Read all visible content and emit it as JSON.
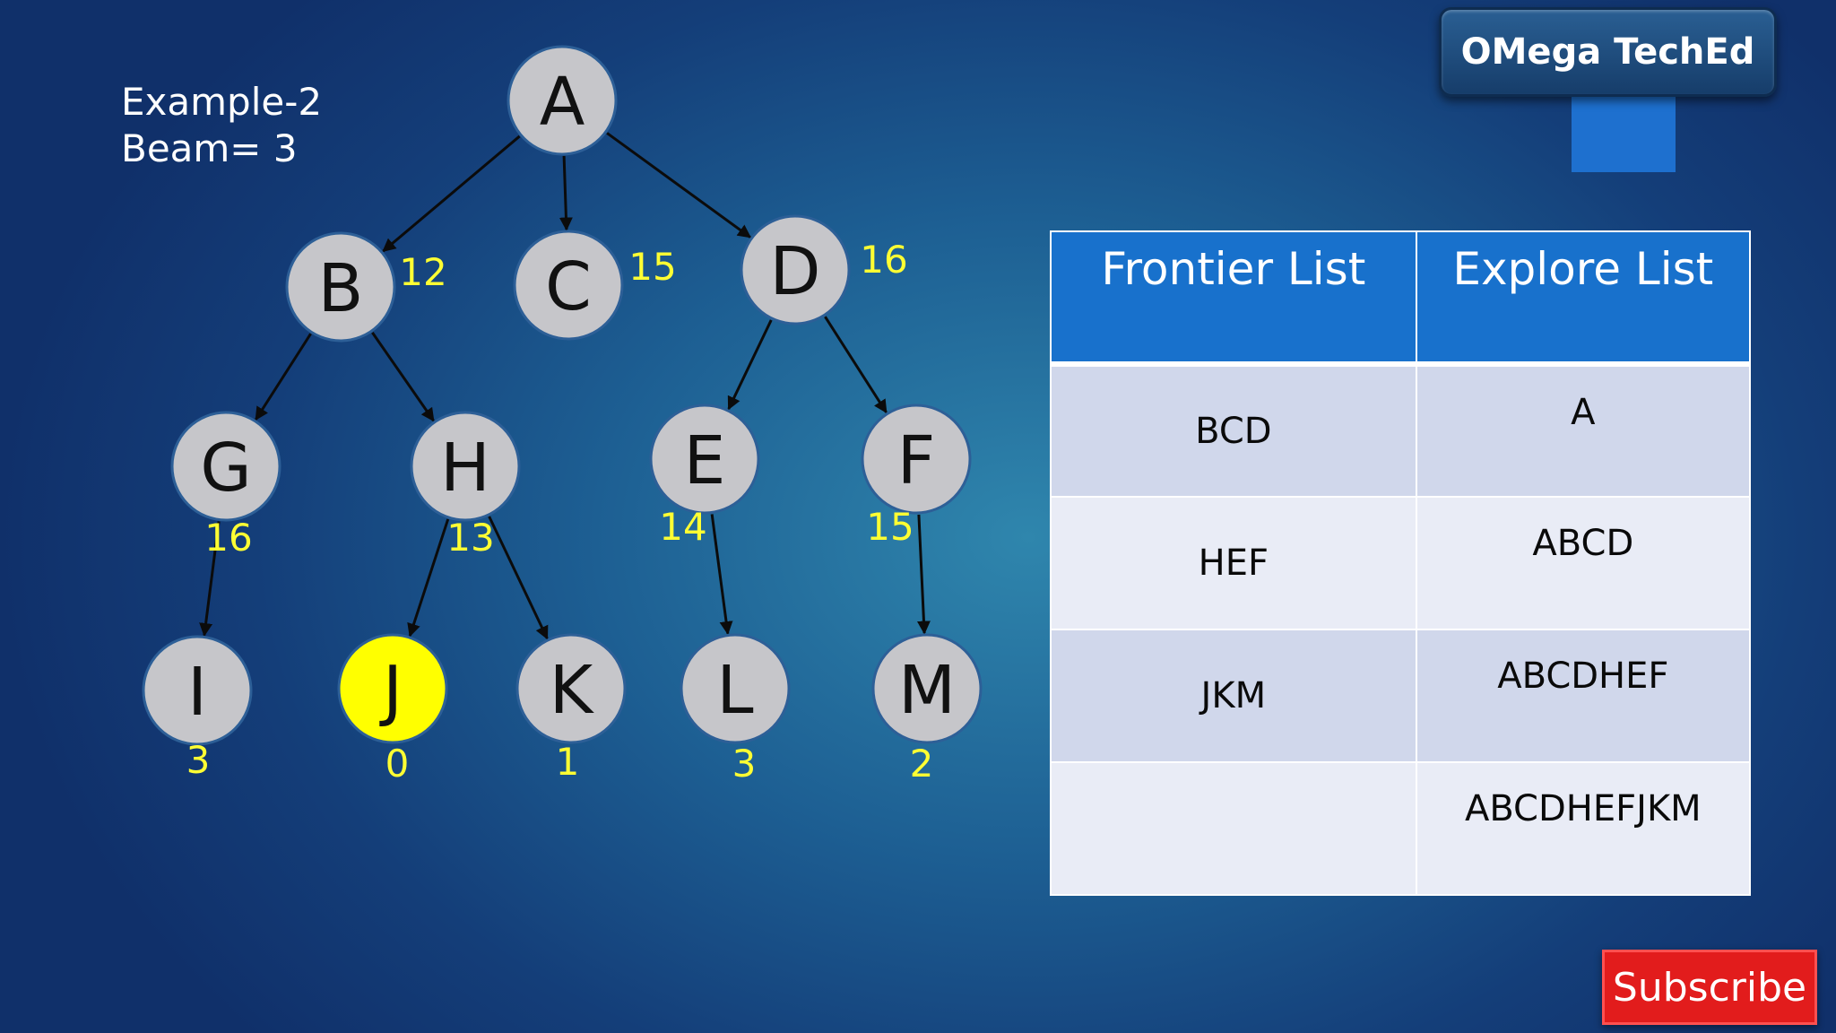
{
  "example": {
    "title": "Example-2",
    "beam": "Beam= 3"
  },
  "colors": {
    "node_fill": "#c6c6ca",
    "goal_fill": "#ffff00",
    "value_text": "#ffff33",
    "table_header": "#1871cc"
  },
  "tree": {
    "nodes": [
      {
        "id": "A",
        "label": "A",
        "value": "",
        "goal": false
      },
      {
        "id": "B",
        "label": "B",
        "value": "12",
        "goal": false
      },
      {
        "id": "C",
        "label": "C",
        "value": "15",
        "goal": false
      },
      {
        "id": "D",
        "label": "D",
        "value": "16",
        "goal": false
      },
      {
        "id": "G",
        "label": "G",
        "value": "16",
        "goal": false
      },
      {
        "id": "H",
        "label": "H",
        "value": "13",
        "goal": false
      },
      {
        "id": "E",
        "label": "E",
        "value": "14",
        "goal": false
      },
      {
        "id": "F",
        "label": "F",
        "value": "15",
        "goal": false
      },
      {
        "id": "I",
        "label": "I",
        "value": "3",
        "goal": false
      },
      {
        "id": "J",
        "label": "J",
        "value": "0",
        "goal": true
      },
      {
        "id": "K",
        "label": "K",
        "value": "1",
        "goal": false
      },
      {
        "id": "L",
        "label": "L",
        "value": "3",
        "goal": false
      },
      {
        "id": "M",
        "label": "M",
        "value": "2",
        "goal": false
      }
    ],
    "edges": [
      [
        "A",
        "B"
      ],
      [
        "A",
        "C"
      ],
      [
        "A",
        "D"
      ],
      [
        "B",
        "G"
      ],
      [
        "B",
        "H"
      ],
      [
        "D",
        "E"
      ],
      [
        "D",
        "F"
      ],
      [
        "G",
        "I"
      ],
      [
        "H",
        "J"
      ],
      [
        "H",
        "K"
      ],
      [
        "E",
        "L"
      ],
      [
        "F",
        "M"
      ]
    ]
  },
  "logo": {
    "text": "OMega TechEd"
  },
  "table": {
    "headers": {
      "frontier": "Frontier List",
      "explore": "Explore List"
    },
    "rows": [
      {
        "frontier": "BCD",
        "explore": "A"
      },
      {
        "frontier": "HEF",
        "explore": "ABCD"
      },
      {
        "frontier": "JKM",
        "explore": "ABCDHEF"
      },
      {
        "frontier": "",
        "explore": "ABCDHEFJKM"
      }
    ]
  },
  "subscribe": {
    "label": "Subscribe"
  }
}
